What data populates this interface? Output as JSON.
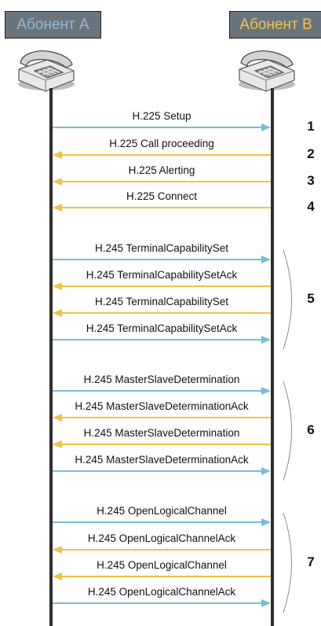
{
  "party_a": {
    "label": "Абонент А",
    "bg": "#6a747c",
    "color": "#8fbcd8"
  },
  "party_b": {
    "label": "Абонент В",
    "bg": "#6a747c",
    "color": "#f2c54a"
  },
  "colors": {
    "a_to_b": "#7bbbd6",
    "b_to_a": "#f0c340",
    "lifeline": "#2e2e2e",
    "brace": "#8a8a8a"
  },
  "messages": [
    {
      "label": "H.225 Setup",
      "dir": "right"
    },
    {
      "label": "H.225 Call proceeding",
      "dir": "left"
    },
    {
      "label": "H.225 Alerting",
      "dir": "left"
    },
    {
      "label": "H.225 Connect",
      "dir": "left"
    },
    {
      "label": "H.245 TerminalCapabilitySet",
      "dir": "right"
    },
    {
      "label": "H.245 TerminalCapabilitySetAck",
      "dir": "left"
    },
    {
      "label": "H.245 TerminalCapabilitySet",
      "dir": "left"
    },
    {
      "label": "H.245 TerminalCapabilitySetAck",
      "dir": "right"
    },
    {
      "label": "H.245 MasterSlaveDetermination",
      "dir": "right"
    },
    {
      "label": "H.245 MasterSlaveDeterminationAck",
      "dir": "left"
    },
    {
      "label": "H.245 MasterSlaveDetermination",
      "dir": "left"
    },
    {
      "label": "H.245 MasterSlaveDeterminationAck",
      "dir": "right"
    },
    {
      "label": "H.245 OpenLogicalChannel",
      "dir": "right"
    },
    {
      "label": "H.245 OpenLogicalChannelAck",
      "dir": "left"
    },
    {
      "label": "H.245 OpenLogicalChannel",
      "dir": "left"
    },
    {
      "label": "H.245 OpenLogicalChannelAck",
      "dir": "right"
    }
  ],
  "steps": [
    {
      "label": "1",
      "first": 0,
      "last": 0
    },
    {
      "label": "2",
      "first": 1,
      "last": 1
    },
    {
      "label": "3",
      "first": 2,
      "last": 2
    },
    {
      "label": "4",
      "first": 3,
      "last": 3
    },
    {
      "label": "5",
      "first": 4,
      "last": 7
    },
    {
      "label": "6",
      "first": 8,
      "last": 11
    },
    {
      "label": "7",
      "first": 12,
      "last": 15
    }
  ]
}
